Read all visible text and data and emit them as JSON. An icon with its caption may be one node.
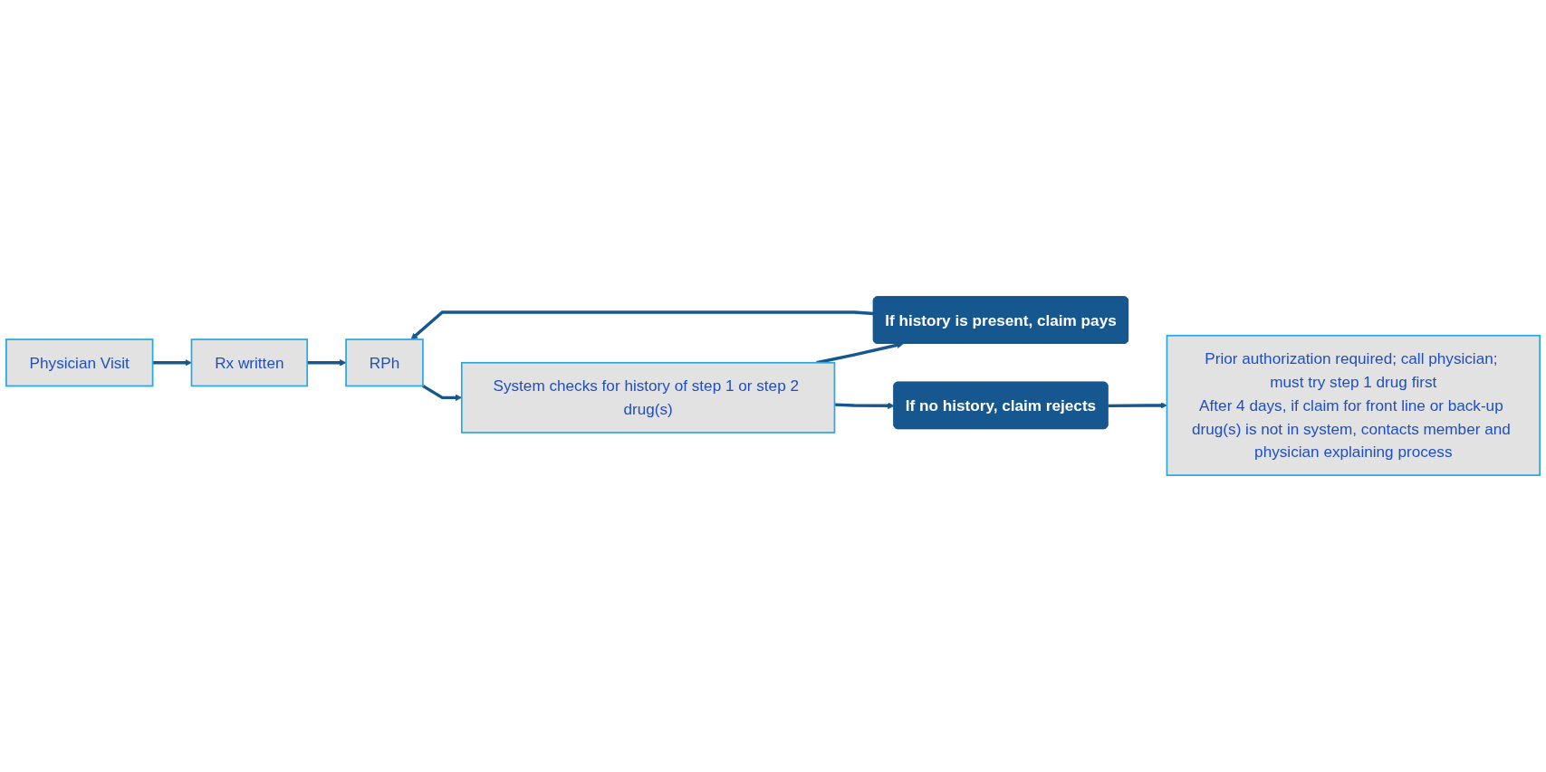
{
  "diagram": {
    "nodes": [
      {
        "text": [
          "Physician Visit"
        ]
      },
      {
        "text": [
          "Rx written"
        ]
      },
      {
        "text": [
          "RPh"
        ]
      },
      {
        "text": [
          "System checks for history of step 1 or step 2 drug(s)"
        ]
      },
      {
        "text": [
          "If history is present, claim pays"
        ]
      },
      {
        "text": [
          "If no history, claim rejects"
        ]
      },
      {
        "text": [
          "Prior authorization required; call physician; must try step 1 drug first",
          "After 4 days, if claim for front line or back-up drug(s) is not in system, contacts member and physician explaining process"
        ]
      }
    ],
    "edges": [
      {
        "from": 0,
        "to": 1,
        "arrow": "to"
      },
      {
        "from": 1,
        "to": 2,
        "arrow": "to"
      },
      {
        "from": 2,
        "to": 3,
        "arrow": "to"
      },
      {
        "from": 3,
        "to": 4,
        "arrow": "to"
      },
      {
        "from": 3,
        "to": 5,
        "arrow": "to"
      },
      {
        "from": 4,
        "to": 2,
        "arrow": "to"
      },
      {
        "from": 5,
        "to": 6,
        "arrow": "to"
      }
    ]
  }
}
